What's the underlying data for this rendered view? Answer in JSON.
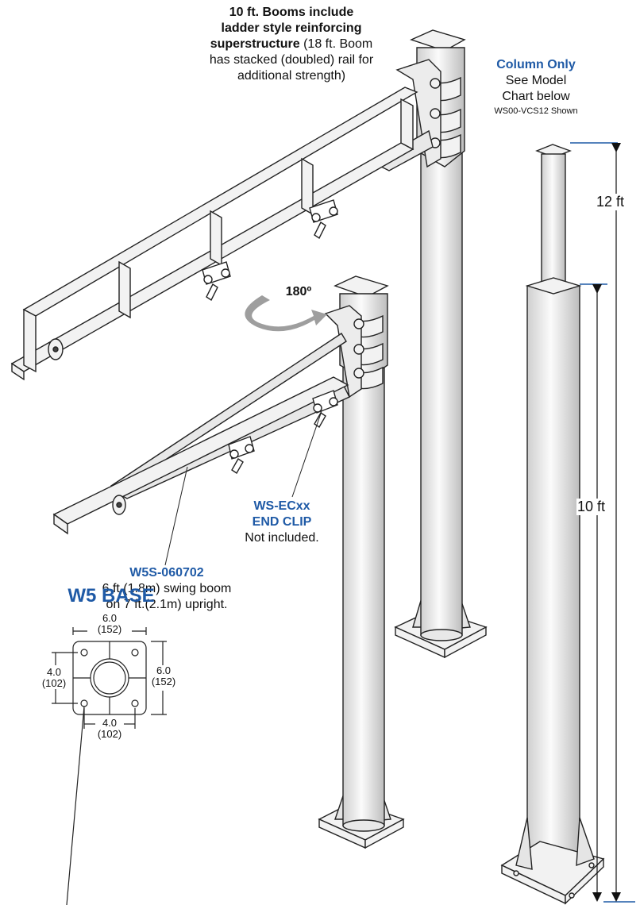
{
  "top_note": {
    "line1": "10 ft. Booms include",
    "line2": "ladder style reinforcing",
    "line3_bold": "superstructure",
    "line3_rest": " (18 ft. Boom",
    "line4": "has stacked (doubled) rail for",
    "line5": "additional strength)"
  },
  "column_only": {
    "title": "Column Only",
    "line2": "See Model",
    "line3": "Chart below",
    "caption": "WS00-VCS12 Shown"
  },
  "dimensions": {
    "upper": "12 ft",
    "lower": "10 ft"
  },
  "rotation_label": "180º",
  "end_clip": {
    "model": "WS-ECxx",
    "title": "END CLIP",
    "note": "Not included."
  },
  "swing_boom": {
    "model": "W5S-060702",
    "line1": "6 ft.(1.8m) swing boom",
    "line2": "on 7 ft.(2.1m) upright."
  },
  "base": {
    "title": "W5 BASE",
    "top_width": "6.0",
    "top_width_mm": "(152)",
    "right_height": "6.0",
    "right_height_mm": "(152)",
    "left_spacing": "4.0",
    "left_spacing_mm": "(102)",
    "bottom_spacing": "4.0",
    "bottom_spacing_mm": "(102)"
  },
  "colors": {
    "accent": "#1f5aa6",
    "dimension_line": "#1f5aa6",
    "metal_fill": "#eeeeee",
    "arrow_gray": "#9e9e9e"
  }
}
